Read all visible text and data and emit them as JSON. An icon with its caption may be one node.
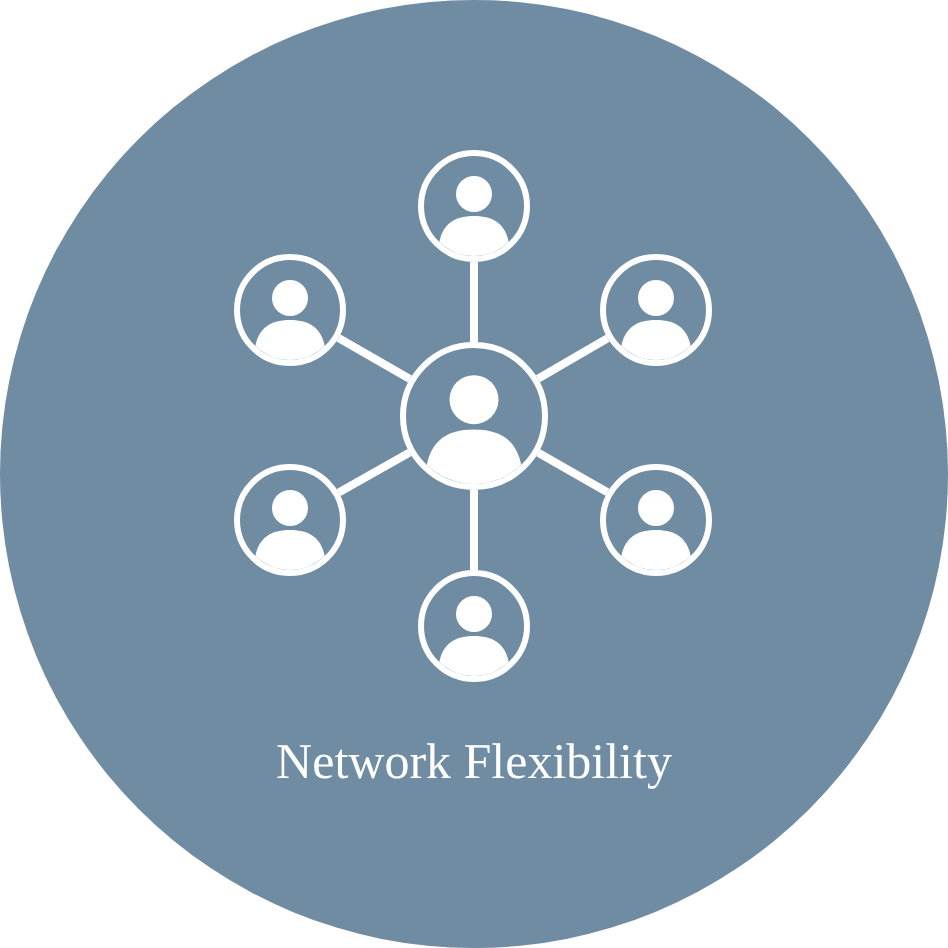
{
  "diagram": {
    "nodes": [
      {
        "text": [
          "Network Flexibility"
        ]
      },
      {
        "text": [],
        "shape": "person",
        "in": 0
      },
      {
        "text": [],
        "shape": "person",
        "in": 0
      },
      {
        "text": [],
        "shape": "person",
        "in": 0
      },
      {
        "text": [],
        "shape": "person",
        "in": 0
      },
      {
        "text": [],
        "shape": "person",
        "in": 0
      },
      {
        "text": [],
        "shape": "person",
        "in": 0
      },
      {
        "text": [],
        "shape": "person",
        "in": 0
      }
    ],
    "edges": [
      {
        "from": 4,
        "to": 1,
        "arrow": "none"
      },
      {
        "from": 4,
        "to": 2,
        "arrow": "none"
      },
      {
        "from": 4,
        "to": 3,
        "arrow": "none"
      },
      {
        "from": 4,
        "to": 5,
        "arrow": "none"
      },
      {
        "from": 4,
        "to": 6,
        "arrow": "none"
      },
      {
        "from": 4,
        "to": 7,
        "arrow": "none"
      }
    ]
  }
}
